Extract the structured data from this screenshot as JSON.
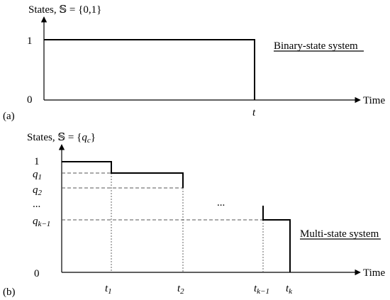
{
  "panel_a": {
    "tag": "(a)",
    "y_axis_title_prefix": "States, ",
    "y_axis_title_set": "𝕊 = {0,1}",
    "y_tick_1": "1",
    "y_tick_0": "0",
    "x_axis_label": "Time",
    "x_tick_t": "t",
    "system_label": "Binary-state system"
  },
  "panel_b": {
    "tag": "(b)",
    "y_axis_title_prefix": "States, ",
    "y_axis_title_set": "𝕊 = {",
    "y_axis_title_q": "q",
    "y_axis_title_q_sub": "c",
    "y_axis_title_close": "}",
    "y_tick_1": "1",
    "y_tick_q1": "q",
    "y_tick_q1_sub": "1",
    "y_tick_q2": "q",
    "y_tick_q2_sub": "2",
    "y_tick_ellipsis": "...",
    "y_tick_qk1": "q",
    "y_tick_qk1_sub": "k−1",
    "y_tick_0": "0",
    "x_axis_label": "Time",
    "x_tick_t1": "t",
    "x_tick_t1_sub": "1",
    "x_tick_t2": "t",
    "x_tick_t2_sub": "2",
    "x_tick_tk1": "t",
    "x_tick_tk1_sub": "k−1",
    "x_tick_tk": "t",
    "x_tick_tk_sub": "k",
    "middle_ellipsis": "...",
    "system_label": "Multi-state system"
  }
}
